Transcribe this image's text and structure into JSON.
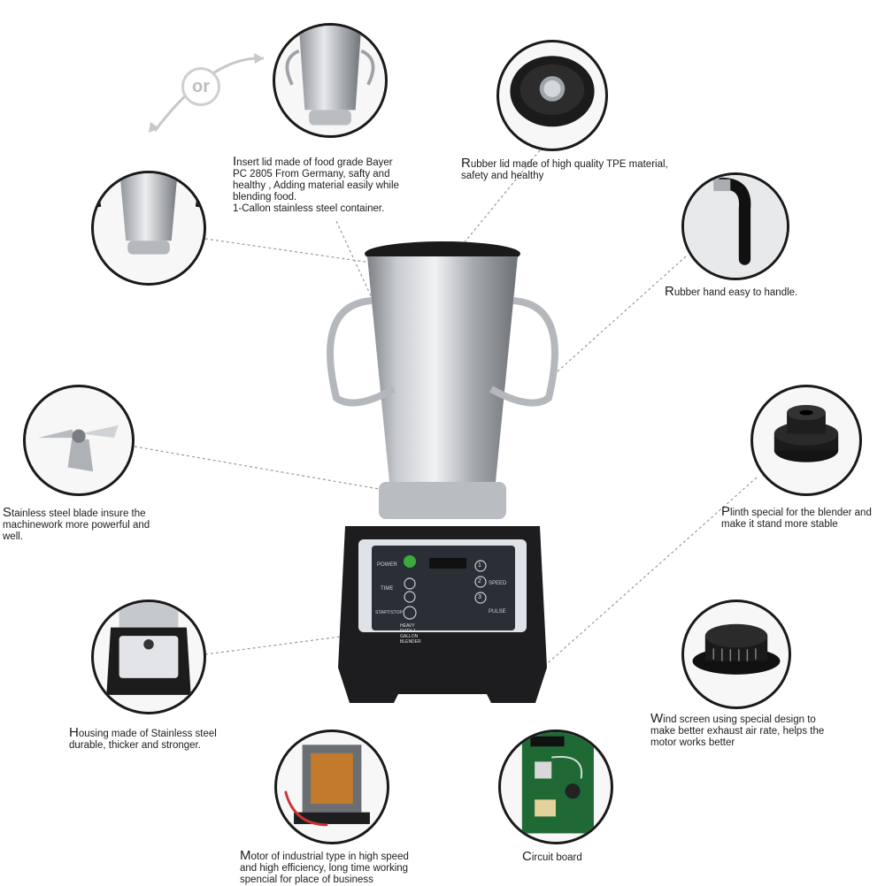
{
  "or_label": "or",
  "captions": {
    "insert_lid": {
      "first": "I",
      "rest": "nsert lid made of food grade Bayer\nPC 2805 From Germany, safty and\nhealthy , Adding material easily while\nblending food.\n1-Callon stainless steel container."
    },
    "rubber_lid": {
      "first": "R",
      "rest": "ubber lid made of high quality TPE material,\nsafety and healthy"
    },
    "rubber_hand": {
      "first": "R",
      "rest": "ubber hand easy to handle."
    },
    "blade": {
      "first": "S",
      "rest": "tainless steel blade insure the\nmachinework more powerful and\nwell."
    },
    "plinth": {
      "first": "P",
      "rest": "linth special for the blender and\nmake it stand more stable"
    },
    "housing": {
      "first": "H",
      "rest": "ousing made of Stainless steel\ndurable, thicker and stronger."
    },
    "wind_screen": {
      "first": "W",
      "rest": "ind screen using special design to\nmake better exhaust air rate, helps the\nmotor works better"
    },
    "motor": {
      "first": "M",
      "rest": "otor of industrial type in high speed\nand high efficiency, long time working\nspencial for place of business"
    },
    "circuit": {
      "first": "C",
      "rest": "ircuit board"
    }
  },
  "control_panel": {
    "power": "POWER",
    "time": "TIME",
    "start_stop": "START/STOP",
    "speed": "SPEED",
    "pulse": "PULSE",
    "speed_buttons": [
      "1",
      "2",
      "3"
    ],
    "product_name": "HEAVY DUTY 1 GALLON BLENDER"
  },
  "colors": {
    "leader": "#9a9a9a",
    "ring": "#1a1a1a",
    "steel": "#c8cbcf",
    "base": "#1d1d1f",
    "panel": "#dfe2e6"
  }
}
